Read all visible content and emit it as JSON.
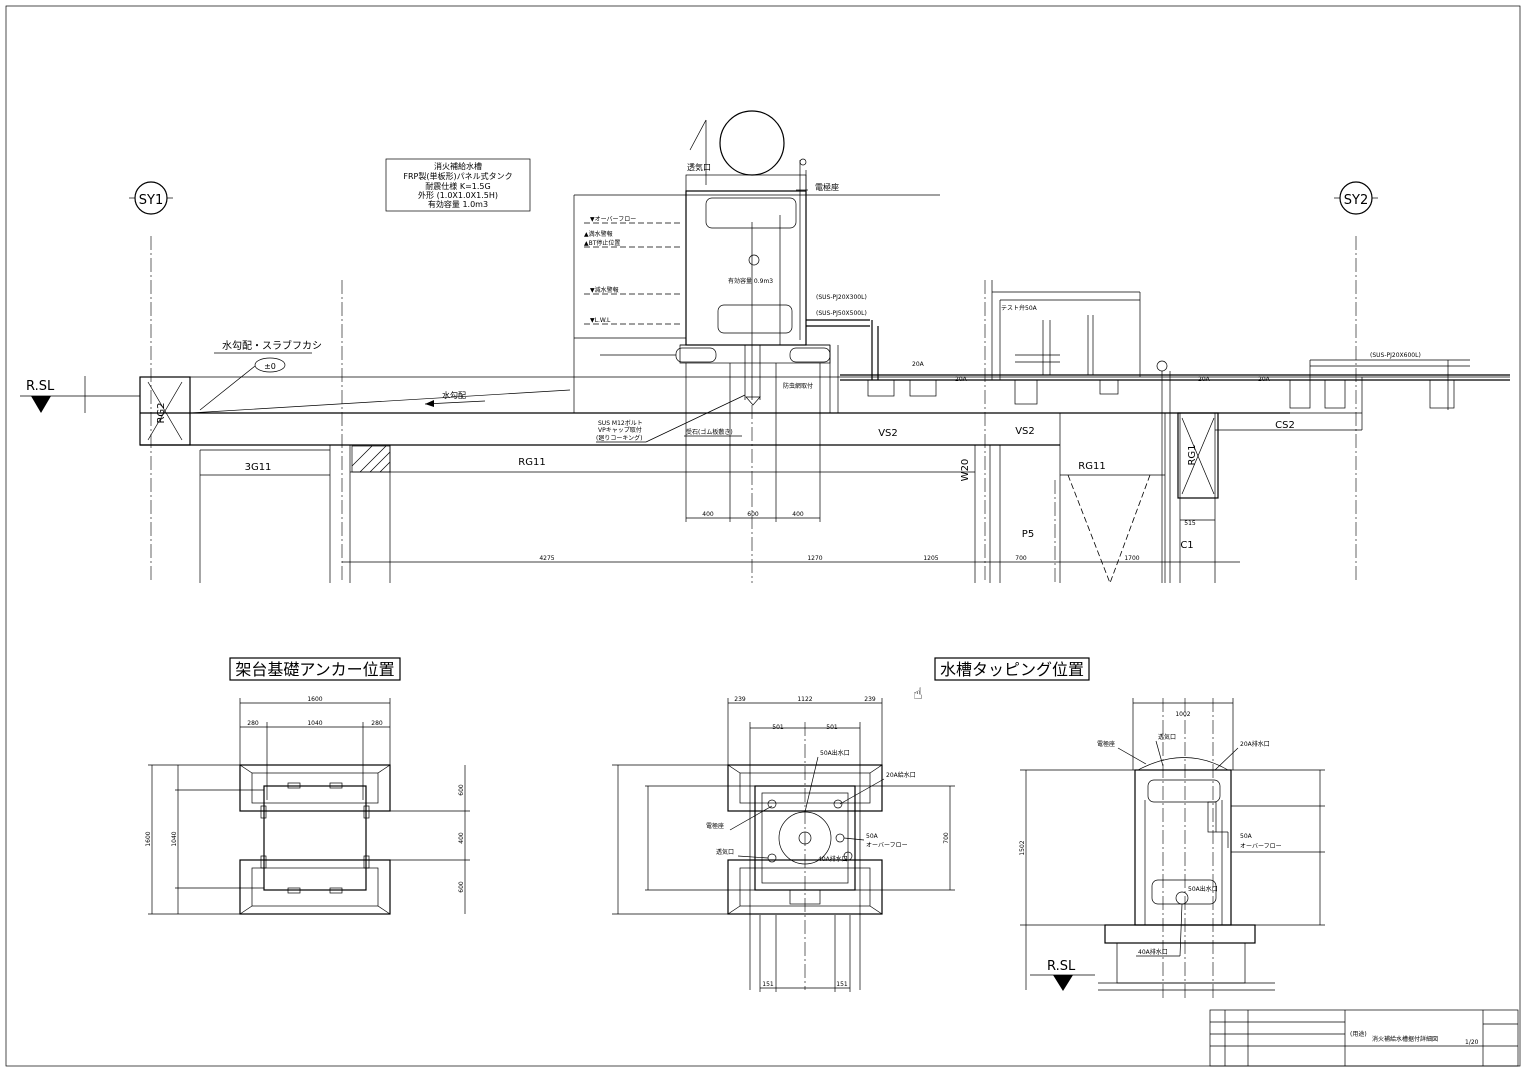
{
  "sheet": {
    "axis_left": "SY1",
    "axis_right": "SY2",
    "rsl": "R.SL"
  },
  "spec_box": {
    "line1": "消火補給水槽",
    "line2": "FRP製(単板形)パネル式タンク",
    "line3": "耐震仕様 K=1.5G",
    "line4": "外形 (1.0X1.0X1.5H)",
    "line5": "有効容量 1.0m3"
  },
  "elevation": {
    "slope_note": "水勾配・スラブフカシ",
    "zero_mark": "±0",
    "slope_arrow": "水勾配",
    "vent": "透気口",
    "electrode": "電極座",
    "overflow": "▼オーバーフロー",
    "full_alarm": "▲満水警報",
    "bt_stop": "▲BT停止位置",
    "low_alarm": "▼減水警報",
    "lwl": "▼L.W.L",
    "effective_capacity": "有効容量 0.9m3",
    "insect_screen": "防虫網取付",
    "bolt_note1": "SUS M12ボルト",
    "bolt_note2": "VPキャップ取付",
    "bolt_note3": "(廻りコーキング)",
    "stone_note": "受石(ゴム板敷き)",
    "test_valve": "テスト弁50A",
    "beam_rg2": "RG2",
    "beam_3g11": "3G11",
    "beam_rg11a": "RG11",
    "beam_rg11b": "RG11",
    "beam_rg1": "RG1",
    "beam_vs2a": "VS2",
    "beam_vs2b": "VS2",
    "beam_cs2": "CS2",
    "wall_w20": "W20",
    "col_p5": "P5",
    "col_c1": "C1",
    "pipe_sus1": "(SUS-PJ20X300L)",
    "pipe_sus2": "(SUS-PJ50X500L)",
    "pipe_sus3": "(SUS-PJ20X600L)",
    "pipe_20a1": "20A",
    "pipe_20a2": "20A",
    "pipe_20a3": "20A",
    "pipe_20a4": "20A",
    "dim_4275": "4275",
    "dim_1270": "1270",
    "dim_1205": "1205",
    "dim_700": "700",
    "dim_1700": "1700",
    "dim_400a": "400",
    "dim_600": "600",
    "dim_400b": "400",
    "dim_515": "515"
  },
  "anchor_plan": {
    "title": "架台基礎アンカー位置",
    "dim_top": "1600",
    "dim_280a": "280",
    "dim_1040": "1040",
    "dim_280b": "280",
    "dim_left": "1600",
    "dim_mid": "1040",
    "dim_r600a": "600",
    "dim_r400": "400",
    "dim_r600b": "600"
  },
  "tapping_plan": {
    "title": "水槽タッピング位置",
    "dim_239a": "239",
    "dim_1122": "1122",
    "dim_239b": "239",
    "dim_501a": "501",
    "dim_501b": "501",
    "dim_700b": "700",
    "dim_151a": "151",
    "dim_151b": "151",
    "outlet_50a": "50A出水口",
    "supply_20a": "20A給水口",
    "electrode": "電極座",
    "overflow_50a": "50A",
    "overflow_label": "オーバーフロー",
    "vent": "透気口",
    "drain_40a": "40A排水口"
  },
  "tank_section": {
    "vent": "透気口",
    "electrode": "電極座",
    "drain_20a": "20A排水口",
    "overflow_50a": "50A",
    "overflow_label": "オーバーフロー",
    "outlet_50a": "50A出水口",
    "drain_40a": "40A排水口",
    "rsl": "R.SL",
    "dim_1002": "1002",
    "dim_1502": "1502"
  },
  "title_block": {
    "kind": "(用途)",
    "drawing_name": "消火補給水槽据付詳細図",
    "scale": "1/20"
  }
}
